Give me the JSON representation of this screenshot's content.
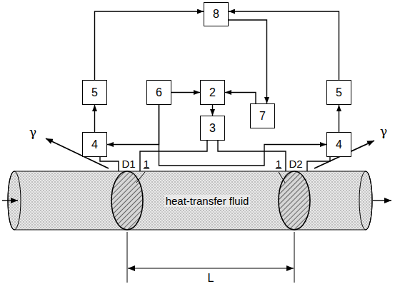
{
  "diagram": {
    "nodes": [
      {
        "text": [
          "8"
        ]
      },
      {
        "text": [
          "5"
        ]
      },
      {
        "text": [
          "6"
        ]
      },
      {
        "text": [
          "2"
        ]
      },
      {
        "text": [
          "5"
        ]
      },
      {
        "text": [
          "4"
        ]
      },
      {
        "text": [
          "3"
        ]
      },
      {
        "text": [
          "7"
        ]
      },
      {
        "text": [
          "4"
        ]
      },
      {
        "text": [
          "heat-transfer fluid"
        ]
      }
    ],
    "edges": [
      {
        "from": 5,
        "to": 1,
        "arrow": "to"
      },
      {
        "from": 1,
        "to": 0,
        "arrow": "to"
      },
      {
        "from": 8,
        "to": 4,
        "arrow": "to"
      },
      {
        "from": 4,
        "to": 0,
        "arrow": "to"
      },
      {
        "from": 0,
        "to": 7,
        "arrow": "to"
      },
      {
        "from": 7,
        "to": 3,
        "arrow": "to"
      },
      {
        "from": 2,
        "to": 3,
        "arrow": "to"
      },
      {
        "from": 3,
        "to": 6,
        "arrow": "to"
      },
      {
        "from": 2,
        "to": 5,
        "arrow": "to"
      },
      {
        "from": 2,
        "to": 8,
        "arrow": "to"
      }
    ],
    "labels": [
      "γ",
      "D1",
      "1",
      "1",
      "D2",
      "γ",
      "L"
    ]
  }
}
